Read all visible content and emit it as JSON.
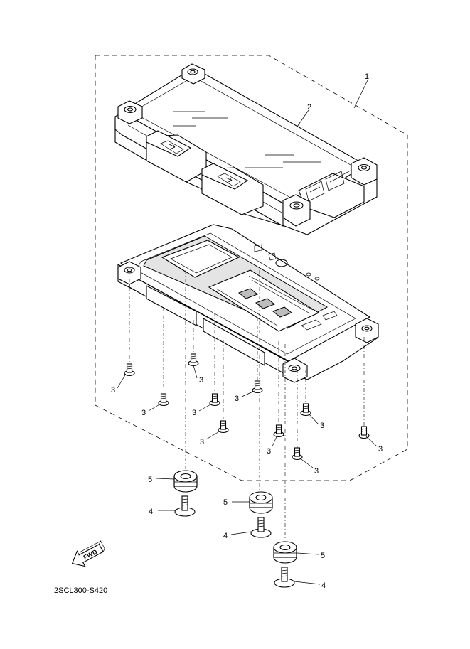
{
  "diagram_code": "2SCL300-S420",
  "fwd_label": "FWD",
  "callouts": {
    "assembly": "1",
    "cover": "2",
    "screw": "3",
    "bolt": "4",
    "grommet": "5"
  }
}
